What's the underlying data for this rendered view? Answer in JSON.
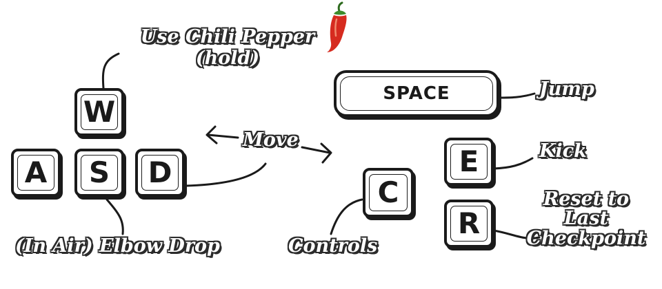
{
  "keys": {
    "w": "W",
    "a": "A",
    "s": "S",
    "d": "D",
    "c": "C",
    "e": "E",
    "r": "R",
    "space": "SPACE"
  },
  "labels": {
    "chili_line1": "Use Chili Pepper",
    "chili_line2": "(hold)",
    "move": "Move",
    "elbow_drop": "(In Air) Elbow Drop",
    "jump": "Jump",
    "kick": "Kick",
    "controls": "Controls",
    "reset_line1": "Reset to",
    "reset_line2": "Last",
    "reset_line3": "Checkpoint"
  },
  "colors": {
    "key_outline": "#1a1a1a",
    "label_outline": "#2b2b2b",
    "chili_red": "#d62b1f",
    "chili_stem": "#3d8b2a"
  },
  "icons": {
    "chili": "chili-pepper-icon"
  }
}
